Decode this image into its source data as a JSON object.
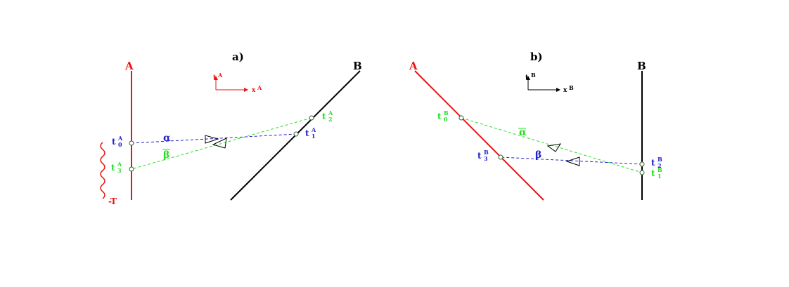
{
  "colors": {
    "observer_a": "#ee1111",
    "observer_b": "#000000",
    "signal_alpha": "#2222cc",
    "signal_beta": "#22dd22",
    "circle": "#336633"
  },
  "panel_a": {
    "label": "a)",
    "observer_left": "A",
    "observer_right": "B",
    "axis_t": "t",
    "axis_t_sup": "A",
    "axis_x": "x",
    "axis_x_sup": "A",
    "events": {
      "t0": {
        "base": "t",
        "sup": "A",
        "sub": "0"
      },
      "t1": {
        "base": "t",
        "sup": "A",
        "sub": "1"
      },
      "t2": {
        "base": "t",
        "sup": "A",
        "sub": "2"
      },
      "t3": {
        "base": "t",
        "sup": "A",
        "sub": "3"
      }
    },
    "alpha": "α",
    "beta": "β",
    "bottom_label": "-T"
  },
  "panel_b": {
    "label": "b)",
    "observer_left": "A",
    "observer_right": "B",
    "axis_t": "t",
    "axis_t_sup": "B",
    "axis_x": "x",
    "axis_x_sup": "B",
    "events": {
      "t0": {
        "base": "t",
        "sup": "B",
        "sub": "0"
      },
      "t1": {
        "base": "t",
        "sup": "B",
        "sub": "1"
      },
      "t2": {
        "base": "t",
        "sup": "B",
        "sub": "2"
      },
      "t3": {
        "base": "t",
        "sup": "B",
        "sub": "3"
      }
    },
    "alpha": "α",
    "beta": "β"
  }
}
